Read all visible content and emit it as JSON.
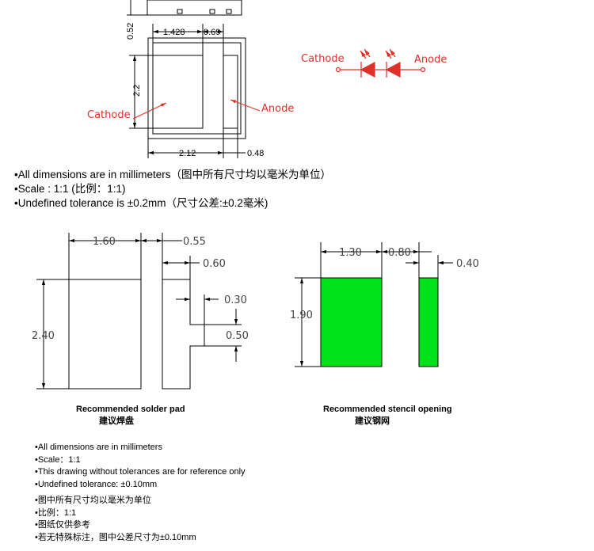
{
  "top_drawing": {
    "dims": {
      "height_lead": "0.52",
      "pad_width": "1.428",
      "gap": "0.69",
      "body_height": "2.2",
      "body_width": "2.12",
      "lead_width": "0.48"
    },
    "labels": {
      "cathode": "Cathode",
      "anode": "Anode"
    }
  },
  "symbol": {
    "cathode": "Cathode",
    "anode": "Anode"
  },
  "notes_top": [
    "•All dimensions are in millimeters（图中所有尺寸均以毫米为单位）",
    "•Scale : 1:1 (比例：1:1)",
    "•Undefined tolerance is ±0.2mm（尺寸公差:±0.2毫米)"
  ],
  "solder_pad": {
    "dims": {
      "width": "1.60",
      "gap": "0.55",
      "lead_width": "0.60",
      "notch_depth": "0.30",
      "notch_height": "0.50",
      "height": "2.40"
    },
    "caption_en": "Recommended solder pad",
    "caption_cn": "建议焊盘"
  },
  "stencil": {
    "dims": {
      "width": "1.30",
      "gap": "0.80",
      "lead_width": "0.40",
      "height": "1.90"
    },
    "caption_en": "Recommended stencil opening",
    "caption_cn": "建议钢网",
    "color": "#00e21a"
  },
  "notes_bottom": [
    "•All dimensions are in millimeters",
    "•Scale：1:1",
    "•This drawing without tolerances are for reference only",
    "•Undefined tolerance: ±0.10mm",
    "•图中所有尺寸均以毫米为单位",
    "•比例：1:1",
    "•图纸仅供参考",
    "•若无特殊标注，图中公差尺寸为±0.10mm"
  ]
}
